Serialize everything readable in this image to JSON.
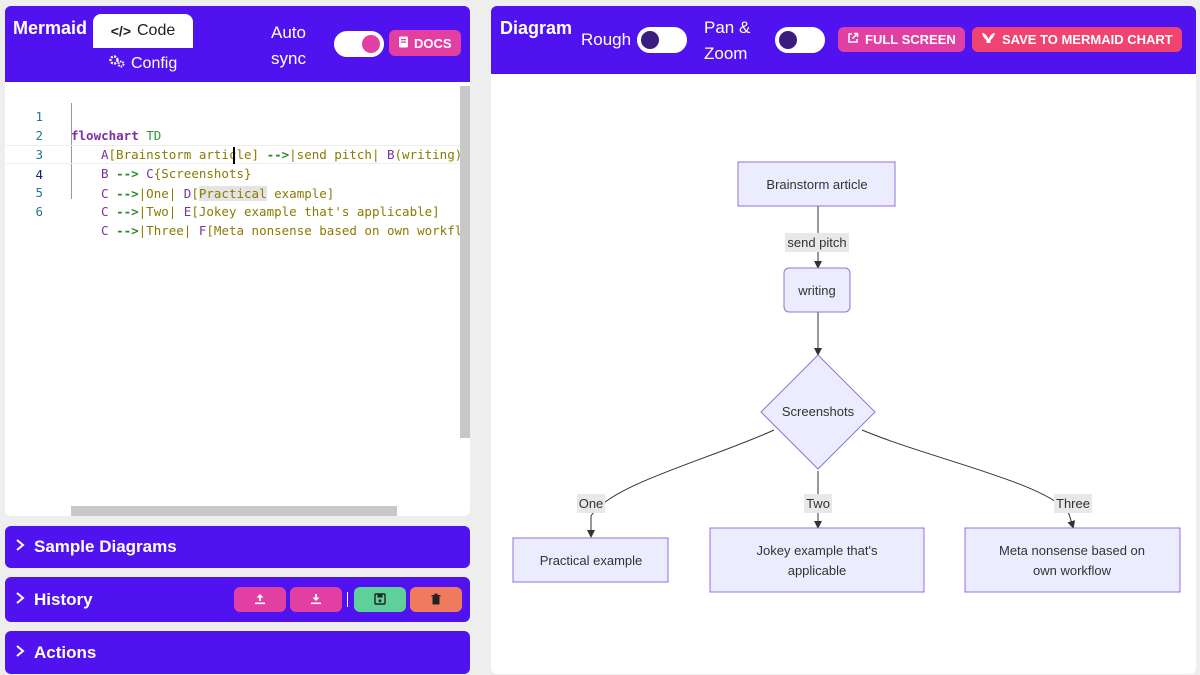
{
  "editor": {
    "brand": "Mermaid",
    "tab_code": "Code",
    "tab_config": "Config",
    "autosync_line1": "Auto",
    "autosync_line2": "sync",
    "docs_label": "DOCS",
    "lines": [
      {
        "num": "1"
      },
      {
        "num": "2"
      },
      {
        "num": "3"
      },
      {
        "num": "4"
      },
      {
        "num": "5"
      },
      {
        "num": "6"
      }
    ],
    "code": {
      "l1_kw": "flowchart",
      "l1_dir": "TD",
      "l2_a": "A",
      "l2_a_text": "[Brainstorm article] ",
      "l2_arrow": "-->",
      "l2_label": "|send pitch| ",
      "l2_b": "B",
      "l2_b_text": "(writing)",
      "l3_b": "B ",
      "l3_arrow": "-->",
      "l3_c": " C",
      "l3_c_text": "{Screenshots}",
      "l4_c": "C ",
      "l4_arrow": "-->",
      "l4_label": "|One| ",
      "l4_d": "D",
      "l4_d_text_a": "[",
      "l4_d_text_sel": "Practical",
      "l4_d_text_b": " example]",
      "l5_c": "C ",
      "l5_arrow": "-->",
      "l5_label": "|Two| ",
      "l5_e": "E",
      "l5_e_text": "[Jokey example that's applicable]",
      "l6_c": "C ",
      "l6_arrow": "-->",
      "l6_label": "|Three| ",
      "l6_f": "F",
      "l6_f_text": "[Meta nonsense based on own workfl"
    }
  },
  "sections": {
    "sample": "Sample Diagrams",
    "history": "History",
    "actions": "Actions"
  },
  "diagram_panel": {
    "title": "Diagram",
    "rough_label": "Rough",
    "panzoom_line1": "Pan &",
    "panzoom_line2": "Zoom",
    "fullscreen_label": "FULL SCREEN",
    "save_label": "SAVE TO MERMAID CHART"
  },
  "flowchart": {
    "a": "Brainstorm article",
    "edge_ab": "send pitch",
    "b": "writing",
    "c": "Screenshots",
    "edge_cd": "One",
    "edge_ce": "Two",
    "edge_cf": "Three",
    "d": "Practical example",
    "e_line1": "Jokey example that's",
    "e_line2": "applicable",
    "f_line1": "Meta nonsense based on",
    "f_line2": "own workflow"
  },
  "colors": {
    "accent": "#5013f0",
    "pink": "#e23fa3",
    "node_fill": "#ececff",
    "node_stroke": "#9370db"
  }
}
